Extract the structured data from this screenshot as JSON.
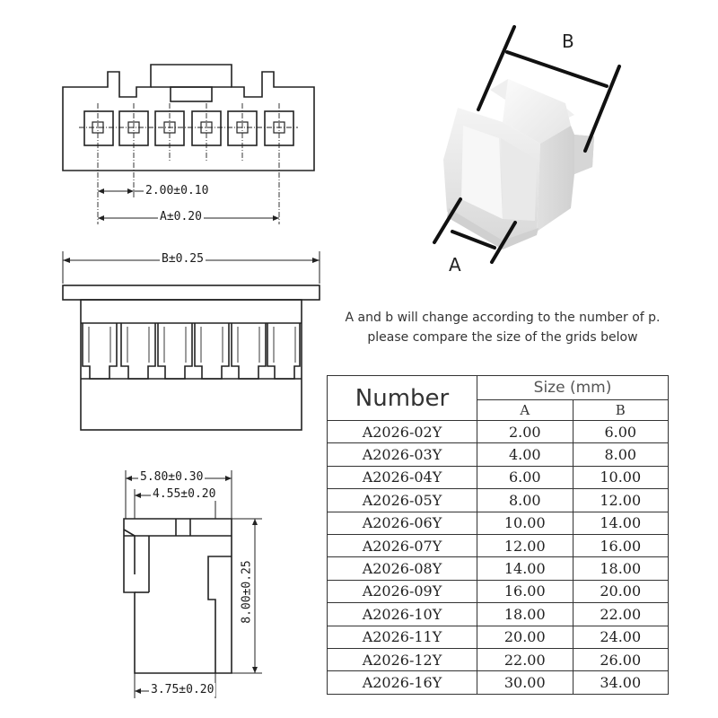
{
  "dimensions": {
    "pitch": "2.00±0.10",
    "a": "A±0.20",
    "b": "B±0.25",
    "width_outer": "5.80±0.30",
    "width_inner": "4.55±0.20",
    "bottom": "3.75±0.20",
    "height": "8.00±0.25"
  },
  "photo_labels": {
    "a": "A",
    "b": "B"
  },
  "note": "A and b will change according to the number of p. please compare the size of the grids below",
  "table": {
    "header_number": "Number",
    "header_size": "Size (mm)",
    "col_a": "A",
    "col_b": "B",
    "rows": [
      {
        "number": "A2026-02Y",
        "a": "2.00",
        "b": "6.00"
      },
      {
        "number": "A2026-03Y",
        "a": "4.00",
        "b": "8.00"
      },
      {
        "number": "A2026-04Y",
        "a": "6.00",
        "b": "10.00"
      },
      {
        "number": "A2026-05Y",
        "a": "8.00",
        "b": "12.00"
      },
      {
        "number": "A2026-06Y",
        "a": "10.00",
        "b": "14.00"
      },
      {
        "number": "A2026-07Y",
        "a": "12.00",
        "b": "16.00"
      },
      {
        "number": "A2026-08Y",
        "a": "14.00",
        "b": "18.00"
      },
      {
        "number": "A2026-09Y",
        "a": "16.00",
        "b": "20.00"
      },
      {
        "number": "A2026-10Y",
        "a": "18.00",
        "b": "22.00"
      },
      {
        "number": "A2026-11Y",
        "a": "20.00",
        "b": "24.00"
      },
      {
        "number": "A2026-12Y",
        "a": "22.00",
        "b": "26.00"
      },
      {
        "number": "A2026-16Y",
        "a": "30.00",
        "b": "34.00"
      }
    ]
  }
}
